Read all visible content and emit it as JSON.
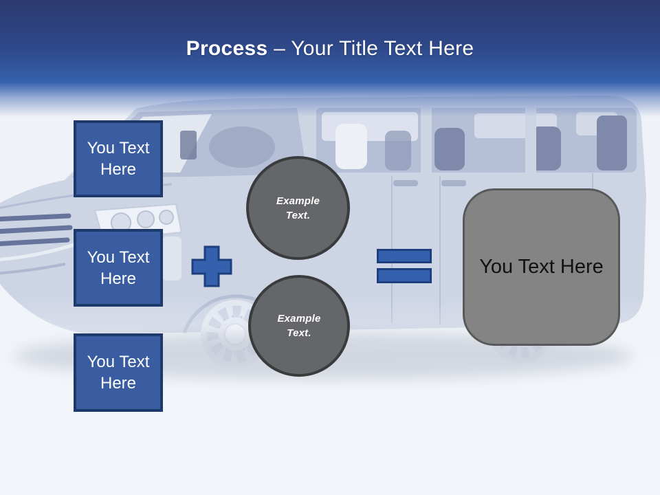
{
  "slide": {
    "title": {
      "emphasis": "Process",
      "rest": " – Your Title Text Here"
    }
  },
  "input_boxes": [
    {
      "label": "You Text Here"
    },
    {
      "label": "You Text Here"
    },
    {
      "label": "You Text Here"
    }
  ],
  "operators": {
    "plus_icon": "plus",
    "equals_icon": "equals"
  },
  "example_circles": [
    {
      "label": "Example Text."
    },
    {
      "label": "Example Text."
    }
  ],
  "result_box": {
    "label": "You Text Here"
  },
  "colors": {
    "header_top": "#2b3a6f",
    "header_mid": "#3560ab",
    "accent_blue_fill": "#3a5da2",
    "accent_blue_border": "#1e3a6d",
    "operator_blue": "#3560ad",
    "operator_border": "#1e3f7d",
    "circle_gray": "#656669",
    "circle_border": "#3a3b3d",
    "result_gray": "#848484",
    "result_border": "#58595b",
    "title_text": "#ffffff"
  }
}
